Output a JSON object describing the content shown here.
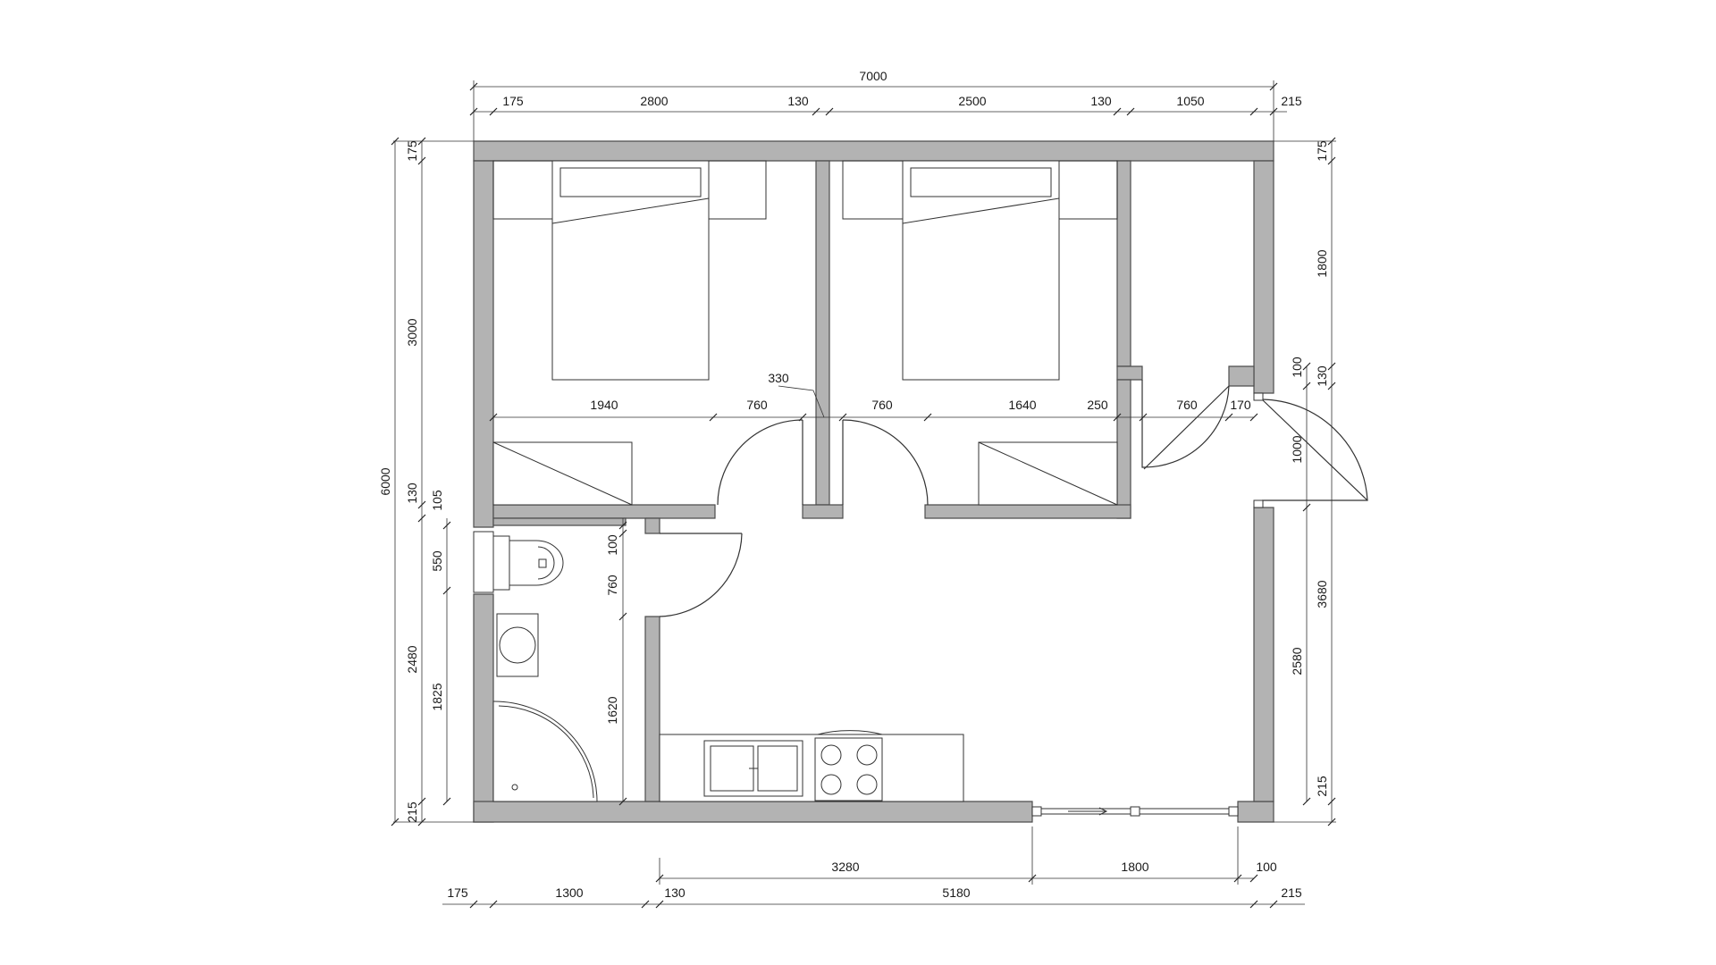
{
  "colors": {
    "wall": "#b3b3b3",
    "wall_outline": "#4d4d4d",
    "line": "#333333",
    "background": "#ffffff"
  },
  "dimensions": {
    "top_overall": "7000",
    "top_chain": [
      "175",
      "2800",
      "130",
      "2500",
      "130",
      "1050",
      "215"
    ],
    "left_overall": "6000",
    "left_chain_outer": [
      "175",
      "3000",
      "130",
      "2480",
      "215"
    ],
    "left_chain_inner": [
      "105",
      "550",
      "1825"
    ],
    "bath_chain": [
      "100",
      "760",
      "1620"
    ],
    "right_chain_outer": [
      "175",
      "1800",
      "130",
      "3680",
      "215"
    ],
    "right_chain_inner": [
      "100",
      "1000",
      "2580"
    ],
    "mid_chain": [
      "1940",
      "760",
      "760",
      "1640",
      "250",
      "760",
      "170"
    ],
    "mid_label": "330",
    "bottom_chain_upper": [
      "3280",
      "1800",
      "100"
    ],
    "bottom_chain_lower": [
      "175",
      "1300",
      "130",
      "5180",
      "215"
    ]
  }
}
